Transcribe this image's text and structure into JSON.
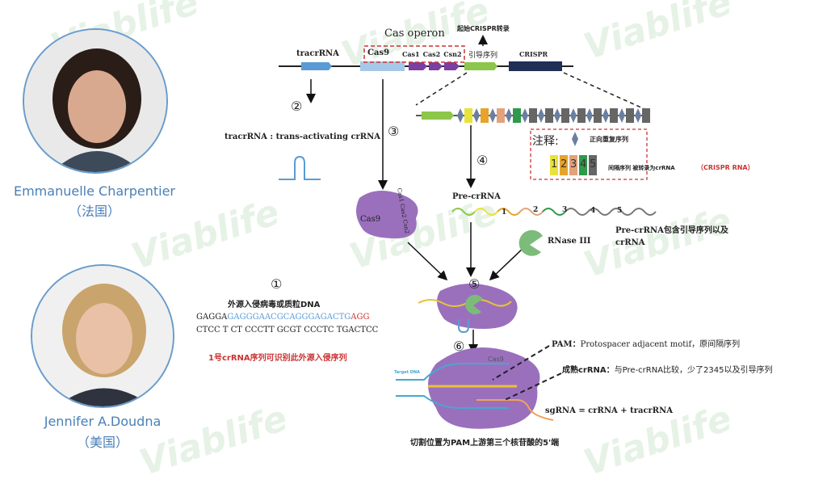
{
  "watermark": "Viablife",
  "people": [
    {
      "name": "Emmanuelle Charpentier",
      "country": "（法国）"
    },
    {
      "name": "Jennifer A.Doudna",
      "country": "（美国）"
    }
  ],
  "operon": {
    "title": "Cas operon",
    "start_label": "起始CRISPR转录",
    "genes": [
      "tracrRNA",
      "Cas9",
      "Cas1",
      "Cas2",
      "Csn2",
      "引导序列",
      "CRISPR"
    ]
  },
  "legend": {
    "title": "注释:",
    "repeat_label": "正向重复序列",
    "spacer_numbers": [
      "1",
      "2",
      "3",
      "4",
      "5"
    ],
    "spacer_label": "间隔序列 被转录为crRNA",
    "spacer_note": "（CRISPR RNA）"
  },
  "steps": {
    "s1": "①",
    "s2": "②",
    "s3": "③",
    "s4": "④",
    "s5": "⑤",
    "s6": "⑥"
  },
  "tracr_label": "tracrRNA : trans-activating crRNA",
  "cas9_label": "Cas9",
  "cas_small_label": "Cas1 Cas2 Csn2",
  "pre_crrna": {
    "label": "Pre-crRNA",
    "numbers": [
      "1",
      "2",
      "3",
      "4",
      "5"
    ],
    "note": "Pre-crRNA包含引导序列以及crRNA"
  },
  "rnase": "RNase III",
  "invader": {
    "title": "外源入侵病毒或质粒DNA",
    "seq_top_a": "GAGGA",
    "seq_top_b": "GAGGGAACGCAGGGAGACTG",
    "seq_top_c": "AGG",
    "seq_bottom": "CTCC T CT CCCTT GCGT CCCTC TGACTCC",
    "note": "1号crRNA序列可识别此外源入侵序列"
  },
  "complex": {
    "cas9": "Cas9",
    "target": "Target DNA"
  },
  "pam_note": {
    "term": "PAM：",
    "text": "Protospacer adjacent motif，原间隔序列"
  },
  "mature_note": {
    "term": "成熟crRNA：",
    "text": "与Pre-crRNA比较，少了2345以及引导序列"
  },
  "sgrna": "sgRNA = crRNA + tracrRNA",
  "cut_note": "切割位置为PAM上游第三个核苷酸的5'端",
  "colors": {
    "spacers": [
      "#e8e23a",
      "#e6a42a",
      "#e2a27c",
      "#2e9a4a",
      "#666666"
    ],
    "repeat": "#6b7fa0",
    "purple": "#8c5aa8",
    "navy": "#1f2f55",
    "green": "#8cc64a"
  }
}
